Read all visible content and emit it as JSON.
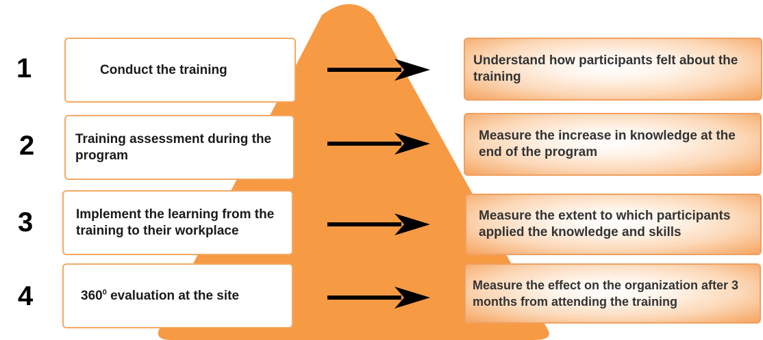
{
  "colors": {
    "pyramid": "#f79a44",
    "left_box_border": "#f5a862",
    "right_box_border": "#f0a060",
    "arrow": "#000000"
  },
  "levels": [
    {
      "number": "1",
      "left": "Conduct the training",
      "right": "Understand how participants felt about the training"
    },
    {
      "number": "2",
      "left": "Training assessment during the program",
      "right": "Measure the increase in knowledge at the end of the program"
    },
    {
      "number": "3",
      "left": "Implement the learning from the training to their workplace",
      "right": "Measure the extent to which participants applied the knowledge and skills"
    },
    {
      "number": "4",
      "left_prefix": "360",
      "left_superscript": "0",
      "left_suffix": " evaluation at the site",
      "right": "Measure the effect on the organization after 3 months from attending the training"
    }
  ]
}
